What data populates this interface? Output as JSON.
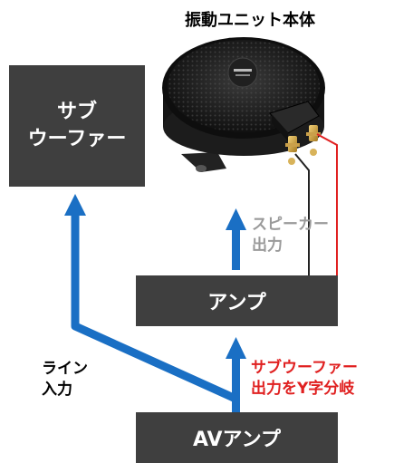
{
  "diagram": {
    "unit_title": "振動ユニット本体",
    "boxes": {
      "subwoofer": "サブ\nウーファー",
      "amp": "アンプ",
      "av_amp": "AVアンプ"
    },
    "labels": {
      "speaker_output": "スピーカー\n出力",
      "line_input": "ライン\n入力",
      "y_split": "サブウーファー\n出力をY字分岐"
    }
  },
  "colors": {
    "box_fill": "#3f3f3f",
    "box_text": "#ffffff",
    "arrow_blue": "#1a6fc4",
    "wire_red": "#e02020",
    "wire_black": "#222222",
    "speaker_label": "#9a9a9a",
    "split_label": "#e02020"
  },
  "icons": {
    "vibration_unit": "vibration-unit-image"
  }
}
